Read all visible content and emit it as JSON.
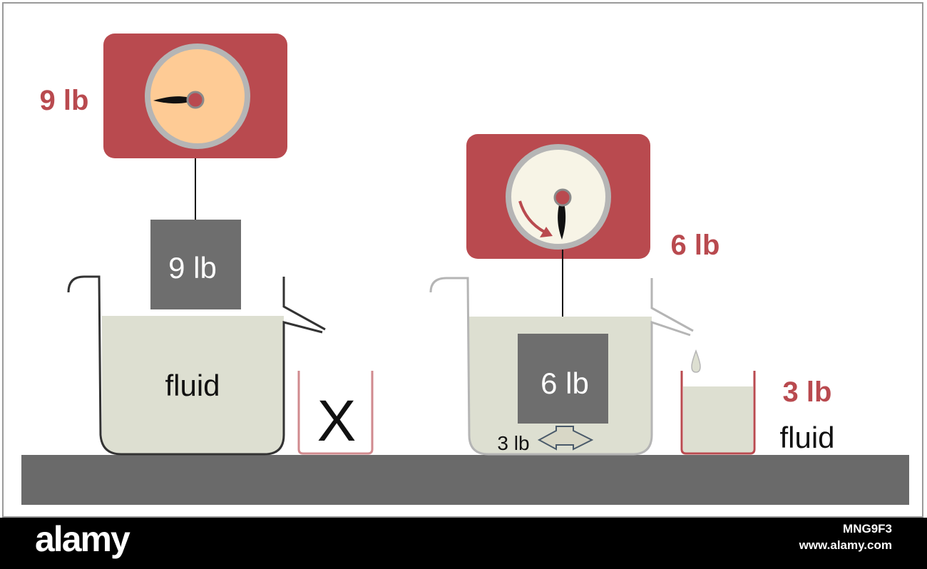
{
  "colors": {
    "scale_body": "#b94a4f",
    "dial_left": "#fecb95",
    "dial_right": "#f7f4e6",
    "dial_ring": "#b5b5b5",
    "weight_block": "#6e6e6e",
    "fluid": "#dddfd1",
    "table": "#6a6a6a",
    "label_red": "#b94a4f",
    "arrow_fill": "#d8d7c6"
  },
  "left_setup": {
    "scale_reading": "9 lb",
    "block_label": "9 lb",
    "beaker_label": "fluid",
    "empty_cup_mark": "X"
  },
  "right_setup": {
    "scale_reading": "6 lb",
    "block_label": "6 lb",
    "buoyant_force_label": "3 lb",
    "displaced_weight_label": "3 lb",
    "displaced_fluid_label": "fluid"
  },
  "watermark": {
    "brand": "alamy",
    "image_id": "MNG9F3",
    "site": "www.alamy.com"
  }
}
